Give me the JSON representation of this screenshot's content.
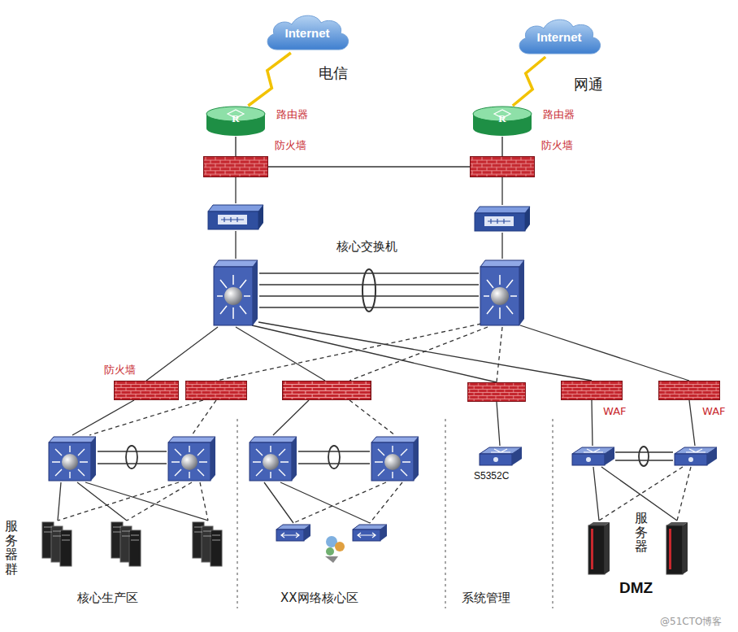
{
  "diagram": {
    "nodes": [
      {
        "text": [
          "Internet"
        ]
      },
      {
        "text": [
          "Internet"
        ]
      },
      {
        "text": [
          "路由器"
        ]
      },
      {
        "text": [
          "路由器"
        ]
      },
      {
        "text": [
          "防火墙"
        ]
      },
      {
        "text": [
          "防火墙"
        ]
      },
      {
        "text": [
          "防火墙"
        ]
      },
      {
        "text": [
          "S5352C"
        ]
      },
      {
        "text": [
          "WAF"
        ]
      },
      {
        "text": [
          "WAF"
        ]
      }
    ],
    "edges": [
      {
        "from": 0,
        "to": 2,
        "arrow": "none"
      },
      {
        "from": 1,
        "to": 3,
        "arrow": "none"
      },
      {
        "from": 2,
        "to": 4,
        "arrow": "none"
      },
      {
        "from": 3,
        "to": 5,
        "arrow": "none"
      },
      {
        "from": 4,
        "to": 5,
        "arrow": "none"
      }
    ],
    "labels": [
      "电信",
      "网通",
      "R",
      "R",
      "核心交换机",
      "服务器群",
      "核心生产区",
      "XX网络核心区",
      "系统管理",
      "服务器",
      "DMZ",
      "@51CTO博客"
    ]
  }
}
